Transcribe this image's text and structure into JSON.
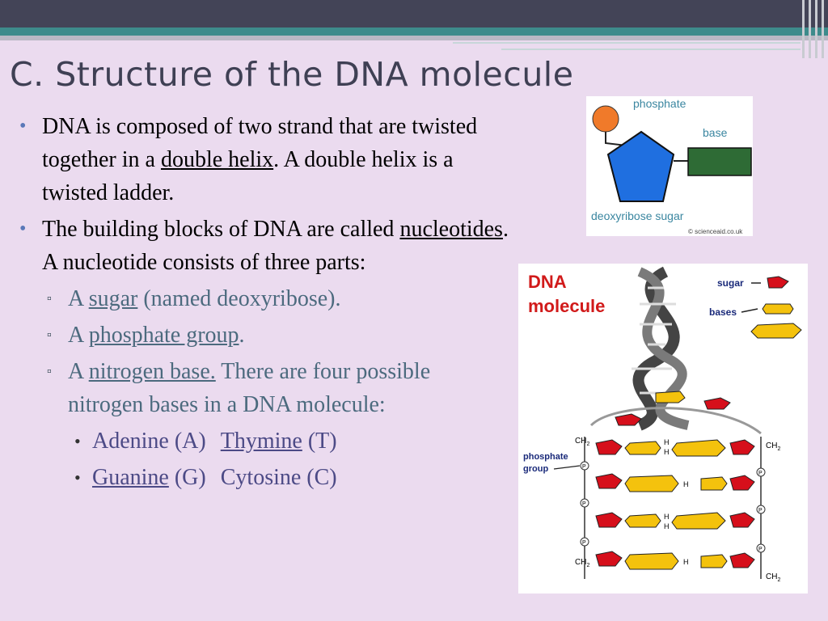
{
  "slide": {
    "title": "C. Structure of the DNA molecule"
  },
  "bullets": {
    "b1": {
      "text_a": "DNA is composed of two strand that are twisted together in a ",
      "link": "double helix",
      "text_b": ". A double helix is a twisted ladder."
    },
    "b2": {
      "text_a": "The building blocks of DNA are called ",
      "link": "nucleotides",
      "text_b": ".  A nucleotide consists of three parts:"
    },
    "sub1": {
      "prefix": "A ",
      "link": "sugar",
      "suffix": " (named deoxyribose)."
    },
    "sub2": {
      "prefix": "A ",
      "link": "phosphate group",
      "suffix": "."
    },
    "sub3": {
      "prefix": "A ",
      "link": "nitrogen base.",
      "suffix": " There are four possible nitrogen bases in a DNA molecule:"
    },
    "base_row1": {
      "a": "Adenine (A)",
      "b_link": "Thymine",
      "b_suffix": " (T)"
    },
    "base_row2": {
      "a_link": "Guanine",
      "a_suffix": " (G)",
      "b": "Cytosine (C)"
    }
  },
  "nucleotide_figure": {
    "phosphate_label": "phosphate",
    "base_label": "base",
    "sugar_label": "deoxyribose sugar",
    "credit": "© scienceaid.co.uk",
    "colors": {
      "phosphate": "#f07a2a",
      "sugar": "#1f6fe0",
      "base": "#2e6b35",
      "label": "#3a86a0"
    }
  },
  "dna_figure": {
    "title_line1": "DNA",
    "title_line2": "molecule",
    "legend_sugar": "sugar",
    "legend_bases": "bases",
    "phosphate_label_line1": "phosphate",
    "phosphate_label_line2": "group",
    "ch2": "CH",
    "ch2_sub": "2",
    "h": "H",
    "p": "P",
    "colors": {
      "title": "#d11a1a",
      "sugar": "#d60f1b",
      "base": "#f4c20d",
      "label": "#1a2a7a"
    }
  }
}
